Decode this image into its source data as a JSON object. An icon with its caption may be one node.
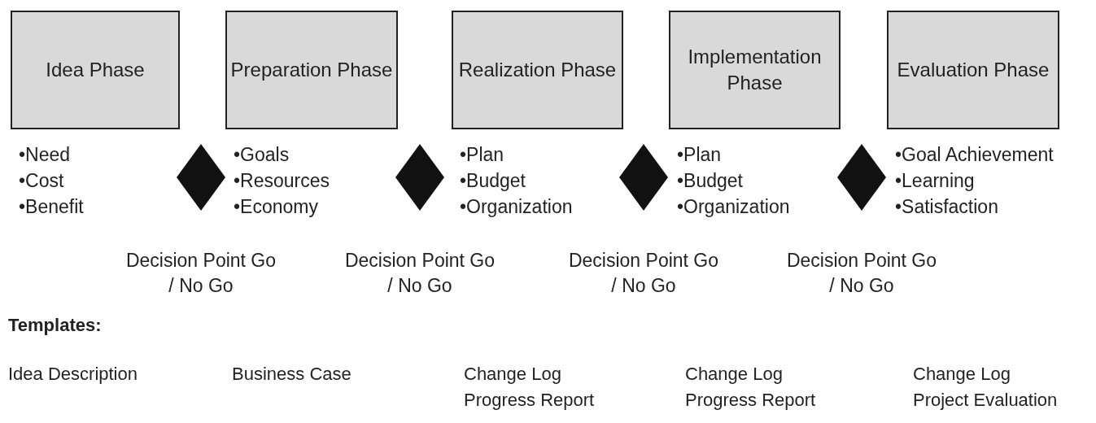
{
  "diagram": {
    "nodes": [
      {
        "text": [
          "Idea Phase"
        ],
        "beside": [
          "•Need",
          "•Cost",
          "•Benefit"
        ]
      },
      {
        "text": [],
        "shape": "diamond",
        "beside": [
          "Decision Point Go / No Go"
        ]
      },
      {
        "text": [
          "Preparation Phase"
        ],
        "beside": [
          "•Goals",
          "•Resources",
          "•Economy"
        ]
      },
      {
        "text": [],
        "shape": "diamond",
        "beside": [
          "Decision Point Go / No Go"
        ]
      },
      {
        "text": [
          "Realization Phase"
        ],
        "beside": [
          "•Plan",
          "•Budget",
          "•Organization"
        ]
      },
      {
        "text": [],
        "shape": "diamond",
        "beside": [
          "Decision Point Go / No Go"
        ]
      },
      {
        "text": [
          "Implementation Phase"
        ],
        "beside": [
          "•Plan",
          "•Budget",
          "•Organization"
        ]
      },
      {
        "text": [],
        "shape": "diamond",
        "beside": [
          "Decision Point Go / No Go"
        ]
      },
      {
        "text": [
          "Evaluation Phase"
        ],
        "beside": [
          "•Goal Achievement",
          "•Learning",
          "•Satisfaction"
        ]
      }
    ],
    "labels": [
      "Templates:",
      "Idea Description",
      "Business Case",
      "Change Log",
      "Change Log",
      "Change Log",
      "Progress Report",
      "Progress Report",
      "Project Evaluation"
    ]
  }
}
